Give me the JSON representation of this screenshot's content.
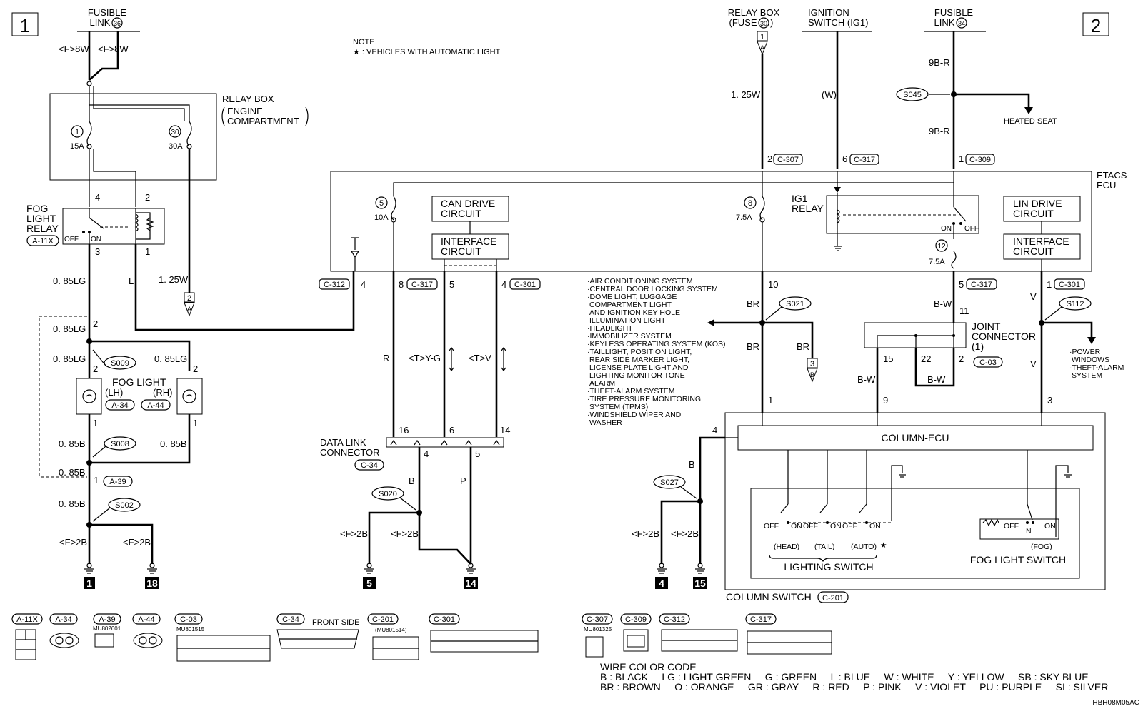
{
  "sheet_numbers": [
    "1",
    "2"
  ],
  "note": {
    "title": "NOTE",
    "text": "★ : VEHICLES WITH AUTOMATIC LIGHT"
  },
  "fusible_link_36": {
    "line1": "FUSIBLE",
    "line2": "LINK",
    "num": "36"
  },
  "fusible_link_34": {
    "line1": "FUSIBLE",
    "line2": "LINK",
    "num": "34"
  },
  "relay_box_fuse30": {
    "line1": "RELAY BOX",
    "line2": "(FUSE",
    "num": "30",
    "close": ")",
    "conn": "1",
    "conn_letter": "A"
  },
  "ignition_switch": {
    "line1": "IGNITION",
    "line2": "SWITCH (IG1)"
  },
  "relay_box_engine": {
    "line1": "RELAY BOX",
    "line2": "ENGINE",
    "line3": "COMPARTMENT"
  },
  "fuse1": {
    "num": "1",
    "amp": "15A"
  },
  "fuse30": {
    "num": "30",
    "amp": "30A"
  },
  "fog_relay": {
    "line1": "FOG",
    "line2": "LIGHT",
    "line3": "RELAY",
    "conn": "A-11X",
    "off": "OFF",
    "on": "ON",
    "pins": [
      "4",
      "2",
      "3",
      "1"
    ]
  },
  "wires_left": {
    "f8w_1": "<F>8W",
    "f8w_2": "<F>8W",
    "lg1": "0. 85LG",
    "lg2": "0. 85LG",
    "lg3": "0. 85LG",
    "lg4": "0. 85LG",
    "l": "L",
    "w125": "1. 25W",
    "b1": "0. 85B",
    "b2": "0. 85B",
    "b3": "0. 85B",
    "b4": "0. 85B",
    "f2b1": "<F>2B",
    "f2b2": "<F>2B"
  },
  "splices": {
    "s009": "S009",
    "s008": "S008",
    "s002": "S002",
    "s020": "S020",
    "s027": "S027",
    "s021": "S021",
    "s045": "S045",
    "s112": "S112"
  },
  "fog_light": {
    "line1": "FOG LIGHT",
    "lh": "(LH)",
    "rh": "(RH)",
    "conn_lh": "A-34",
    "conn_rh": "A-44",
    "pin2a": "2",
    "pin2b": "2",
    "pin1a": "1",
    "pin1b": "1",
    "pin2c": "2"
  },
  "a39": {
    "pin": "1",
    "conn": "A-39"
  },
  "to_pages": {
    "p2": "2",
    "p2_letter": "A",
    "p3": "3",
    "p3_letter": "B"
  },
  "grounds": {
    "g1": "1",
    "g18": "18",
    "g5": "5",
    "g14": "14",
    "g4": "4",
    "g15": "15"
  },
  "etacs": {
    "line1": "ETACS-",
    "line2": "ECU",
    "fuse5": "5",
    "fuse5_amp": "10A",
    "fuse8": "8",
    "fuse8_amp": "7.5A",
    "fuse12": "12",
    "fuse12_amp": "7.5A",
    "can1": "CAN DRIVE",
    "can2": "CIRCUIT",
    "if1": "INTERFACE",
    "if2": "CIRCUIT",
    "lin1": "LIN DRIVE",
    "lin2": "CIRCUIT",
    "if3": "INTERFACE",
    "if4": "CIRCUIT",
    "ig1": "IG1",
    "ig2": "RELAY",
    "on": "ON",
    "off": "OFF"
  },
  "etacs_top_pins": {
    "p2": "2",
    "c307": "C-307",
    "p6": "6",
    "c317": "C-317",
    "p1": "1",
    "c309": "C-309"
  },
  "etacs_bottom_pins": {
    "c312": "C-312",
    "p4": "4",
    "p8": "8",
    "c317a": "C-317",
    "p5": "5",
    "p4b": "4",
    "c301": "C-301",
    "p10": "10",
    "p5b": "5",
    "c317b": "C-317",
    "p1": "1",
    "c301b": "C-301"
  },
  "wires_mid": {
    "w125": "1. 25W",
    "w": "(W)",
    "b9r1": "9B-R",
    "b9r2": "9B-R",
    "r": "R",
    "tyg": "<T>Y-G",
    "tv": "<T>V",
    "b": "B",
    "p": "P",
    "f2b1": "<F>2B",
    "f2b2": "<F>2B",
    "br1": "BR",
    "br2": "BR",
    "br3": "BR",
    "bw1": "B-W",
    "bw2": "B-W",
    "bw3": "B-W",
    "v1": "V",
    "v2": "V",
    "b2": "B",
    "f2b3": "<F>2B",
    "f2b4": "<F>2B"
  },
  "heated_seat": "HEATED SEAT",
  "systems_list": [
    "·AIR CONDITIONING SYSTEM",
    "·CENTRAL DOOR LOCKING SYSTEM",
    "·DOME LIGHT, LUGGAGE",
    "COMPARTMENT LIGHT",
    "AND IGNITION KEY HOLE",
    "ILLUMINATION LIGHT",
    "·HEADLIGHT",
    "·IMMOBILIZER SYSTEM",
    "·KEYLESS OPERATING SYSTEM (KOS)",
    "·TAILLIGHT, POSITION LIGHT,",
    "REAR SIDE MARKER LIGHT,",
    "LICENSE PLATE LIGHT AND",
    "LIGHTING MONITOR TONE",
    "ALARM",
    "·THEFT-ALARM SYSTEM",
    "·TIRE PRESSURE MONITORING",
    "SYSTEM (TPMS)",
    "·WINDSHIELD WIPER AND",
    "WASHER"
  ],
  "power_windows": [
    "·POWER",
    "WINDOWS",
    "·THEFT-ALARM",
    "SYSTEM"
  ],
  "data_link": {
    "line1": "DATA LINK",
    "line2": "CONNECTOR",
    "conn": "C-34",
    "p16": "16",
    "p6": "6",
    "p14": "14",
    "p4": "4",
    "p5": "5"
  },
  "joint_connector": {
    "line1": "JOINT",
    "line2": "CONNECTOR",
    "line3": "(1)",
    "conn": "C-03",
    "p11": "11",
    "p15": "15",
    "p22": "22",
    "p2": "2"
  },
  "column_switch": {
    "label": "COLUMN SWITCH",
    "conn": "C-201",
    "ecu": "COLUMN-ECU",
    "p1": "1",
    "p9": "9",
    "p3": "3",
    "p4": "4",
    "lighting": "LIGHTING SWITCH",
    "fog": "FOG LIGHT SWITCH",
    "off": "OFF",
    "on": "ON",
    "n": "N",
    "head": "(HEAD)",
    "tail": "(TAIL)",
    "auto": "(AUTO)",
    "star": "★",
    "fogpos": "(FOG)"
  },
  "connectors_bottom": [
    {
      "id": "A-11X"
    },
    {
      "id": "A-34"
    },
    {
      "id": "A-39",
      "part": "MU802601"
    },
    {
      "id": "A-44"
    },
    {
      "id": "C-03",
      "part": "MU801515"
    },
    {
      "id": "C-34",
      "extra": "FRONT SIDE"
    },
    {
      "id": "C-201",
      "part": "(MU801514)"
    },
    {
      "id": "C-301"
    },
    {
      "id": "C-307",
      "part": "MU801325"
    },
    {
      "id": "C-309"
    },
    {
      "id": "C-312"
    },
    {
      "id": "C-317"
    }
  ],
  "wire_color_code": {
    "title": "WIRE COLOR CODE",
    "row1": "B : BLACK     LG : LIGHT GREEN     G : GREEN     L : BLUE     W : WHITE     Y : YELLOW     SB : SKY BLUE",
    "row2": "BR : BROWN     O : ORANGE     GR : GRAY     R : RED     P : PINK     V : VIOLET     PU : PURPLE     SI : SILVER"
  },
  "diagram_code": "HBH08M05AC"
}
